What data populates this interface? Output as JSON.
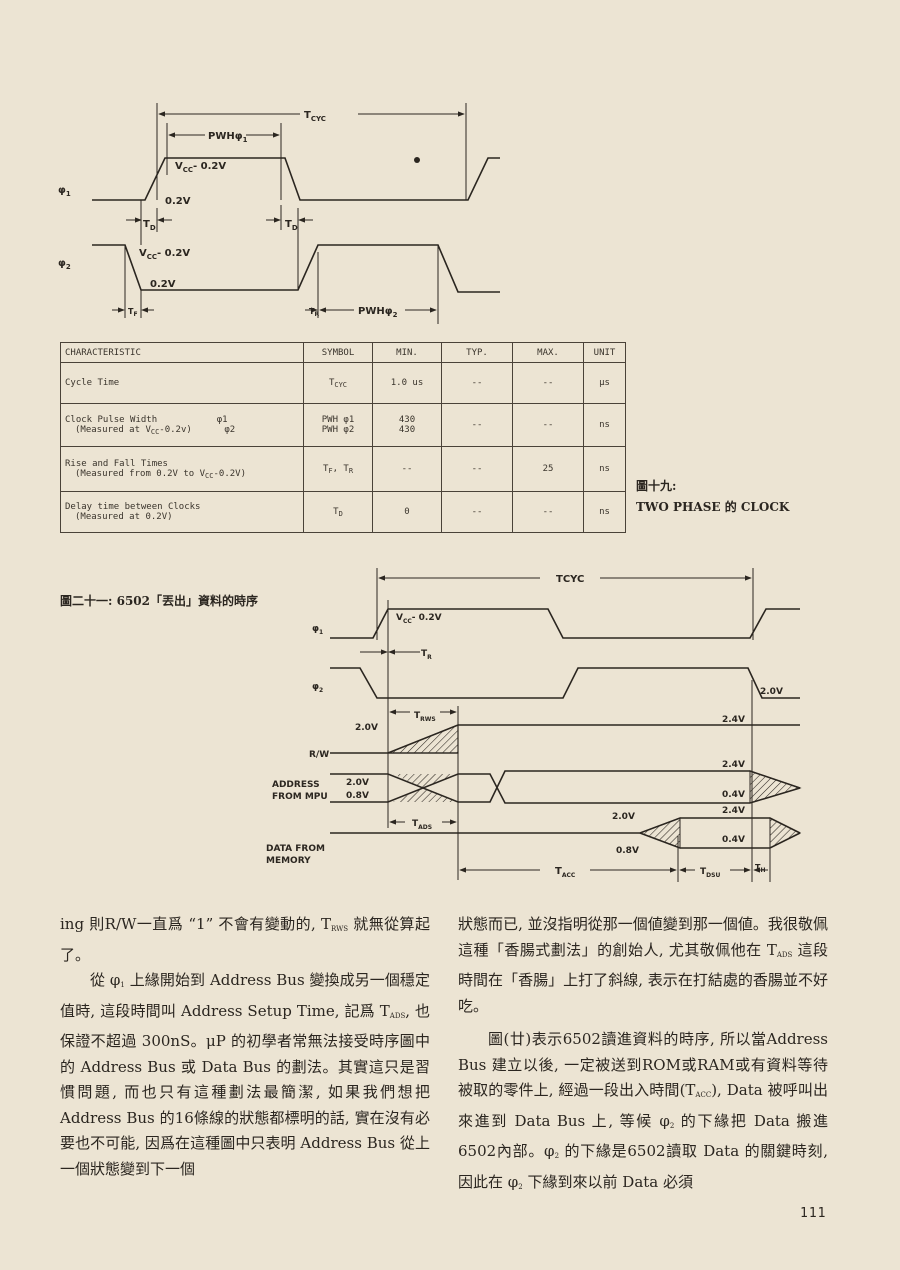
{
  "fig19": {
    "tcyc": "T",
    "tcyc_sub": "CYC",
    "pwh1": "PWHφ",
    "pwh1_sub": "1",
    "vcc_a": "V",
    "vcc_a_sub": "CC",
    "vcc_a_tail": "- 0.2V",
    "v02_a": "0.2V",
    "phi1": "φ",
    "phi1_sub": "1",
    "td_a": "T",
    "td_a_sub": "D",
    "td_b": "T",
    "td_b_sub": "D",
    "vcc_b": "V",
    "vcc_b_sub": "CC",
    "vcc_b_tail": "- 0.2V",
    "v02_b": "0.2V",
    "phi2": "φ",
    "phi2_sub": "2",
    "tf": "T",
    "tf_sub": "F",
    "tr": "T",
    "tr_sub": "R",
    "pwh2": "PWHφ",
    "pwh2_sub": "2"
  },
  "table": {
    "headers": [
      "CHARACTERISTIC",
      "SYMBOL",
      "MIN.",
      "TYP.",
      "MAX.",
      "UNIT"
    ],
    "rows": [
      {
        "char1": "Cycle Time",
        "char2": "",
        "sym": "T",
        "sym_sub": "CYC",
        "sym_tail": "",
        "min": "1.0 us",
        "typ": "--",
        "max": "--",
        "unit": "μs"
      },
      {
        "char1": "Clock Pulse Width           φ1",
        "char2": "(Measured at V",
        "char2_sub": "CC",
        "char2_tail": "-0.2v)      φ2",
        "sym": "PWH φ1",
        "sym2": "PWH φ2",
        "min": "430",
        "min2": "430",
        "typ": "--",
        "max": "--",
        "unit": "ns"
      },
      {
        "char1": "Rise and Fall Times",
        "char2": "(Measured from 0.2V to V",
        "char2_sub": "CC",
        "char2_tail": "-0.2V)",
        "sym": "T",
        "sym_sub": "F",
        "sym_tail": ", T",
        "sym_sub2": "R",
        "min": "--",
        "typ": "--",
        "max": "25",
        "unit": "ns"
      },
      {
        "char1": "Delay time between Clocks",
        "char2": "(Measured at 0.2V)",
        "sym": "T",
        "sym_sub": "D",
        "min": "0",
        "typ": "--",
        "max": "--",
        "unit": "ns"
      }
    ]
  },
  "caption19": {
    "line1": "圖十九:",
    "line2": "TWO PHASE 的 CLOCK"
  },
  "caption21": "圖二十一: 6502「丟出」資料的時序",
  "fig21": {
    "tcyc": "TCYC",
    "vcc": "V",
    "vcc_sub": "CC",
    "vcc_tail": "- 0.2V",
    "phi1": "φ",
    "phi1_sub": "1",
    "tr": "T",
    "tr_sub": "R",
    "phi2": "φ",
    "phi2_sub": "2",
    "v20_right": "2.0V",
    "trws": "T",
    "trws_sub": "RWS",
    "v20_rw": "2.0V",
    "v24_rw": "2.4V",
    "rw": "R/W",
    "address1": "ADDRESS",
    "address2": "FROM MPU",
    "v20_addr": "2.0V",
    "v08_addr": "0.8V",
    "v24_addr": "2.4V",
    "v04_addr": "0.4V",
    "tads": "T",
    "tads_sub": "ADS",
    "v20_data": "2.0V",
    "v24_data": "2.4V",
    "v04_data": "0.4V",
    "v08_data": "0.8V",
    "data1": "DATA FROM",
    "data2": "MEMORY",
    "tacc": "T",
    "tacc_sub": "ACC",
    "tdsu": "T",
    "tdsu_sub": "DSU",
    "th": "T",
    "th_sub": "H"
  },
  "text_left": [
    "ing 則R/W一直爲 “1” 不會有變動的, T",
    "RWS",
    " 就無從算起了。",
    "從 φ",
    "1",
    " 上緣開始到 Address Bus 變換成另一個穩定值時, 這段時間叫 Address Setup Time, 記爲 T",
    "ADS",
    ", 也保證不超過 300nS。μP 的初學者常無法接受時序圖中的 Address Bus 或 Data Bus 的劃法。其實這只是習慣問題, 而也只有這種劃法最簡潔, 如果我們想把 Address Bus 的16條線的狀態都標明的話, 實在沒有必要也不可能, 因爲在這種圖中只表明 Address Bus 從上一個狀態變到下一個"
  ],
  "text_right": [
    "狀態而已, 並沒指明從那一個値變到那一個値。我很敬佩這種「香腸式劃法」的創始人, 尤其敬佩他在 T",
    "ADS",
    " 這段時間在「香腸」上打了斜線, 表示在打結處的香腸並不好吃。",
    "圖(廿)表示6502讀進資料的時序, 所以當Address Bus 建立以後, 一定被送到ROM或RAM或有資料等待被取的零件上, 經過一段出入時間(T",
    "ACC",
    "), Data 被呼叫出來進到 Data Bus 上, 等候 φ",
    "2",
    " 的下緣把 Data 搬進6502內部。φ",
    "2",
    " 的下緣是6502讀取 Data 的關鍵時刻, 因此在 φ",
    "2",
    " 下緣到來以前 Data 必須"
  ],
  "page_number": "111"
}
